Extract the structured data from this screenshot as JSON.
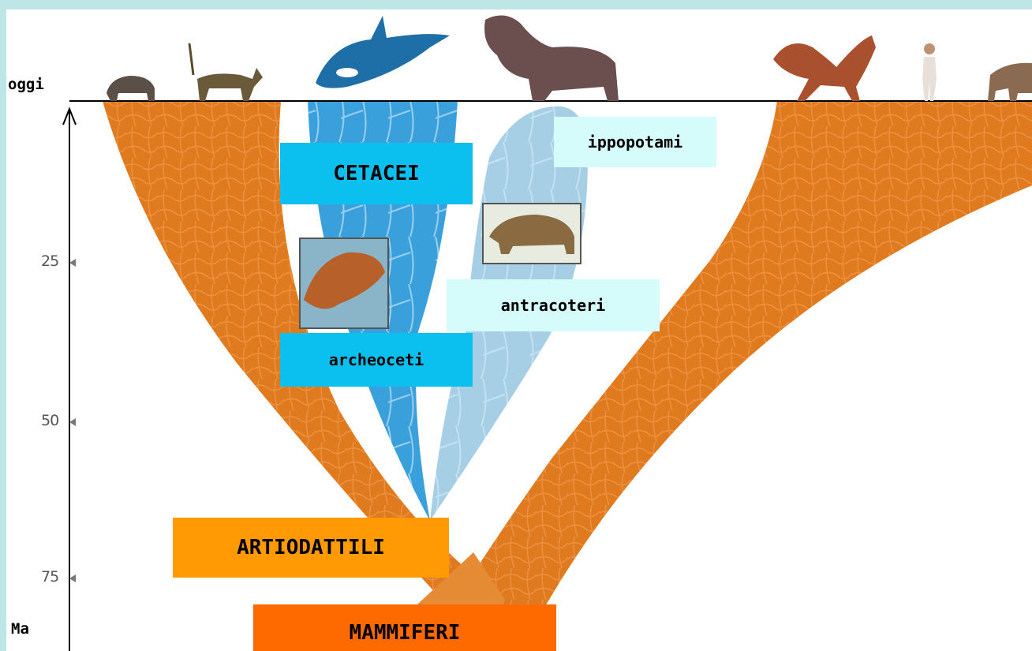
{
  "axis": {
    "top_label": "oggi",
    "bottom_label": "Ma",
    "ticks": [
      "25",
      "50",
      "75"
    ]
  },
  "labels": {
    "cetacei": "CETACEI",
    "ippopotami": "ippopotami",
    "archeoceti": "archeoceti",
    "antracoteri": "antracoteri",
    "artiodattili": "ARTIODATTILI",
    "mammiferi": "MAMMIFERI"
  },
  "colors": {
    "background": "#bfe6e6",
    "branch_orange": "#e07a1e",
    "cetacei_blue": "#3aa0dc",
    "hippo_lightblue": "#a6cfe6",
    "label_cyan": "#0bbfee",
    "label_lightcyan": "#d6fbfb",
    "artiodattili_orange": "#ff9a05",
    "mammiferi_orange": "#ff6a00"
  },
  "icons": [
    "warthog-icon",
    "antelope-icon",
    "orca-icon",
    "hippo-icon",
    "horse-icon",
    "human-icon",
    "hyena-icon",
    "archaeocete-fossil-icon",
    "anthracothere-fossil-icon"
  ]
}
